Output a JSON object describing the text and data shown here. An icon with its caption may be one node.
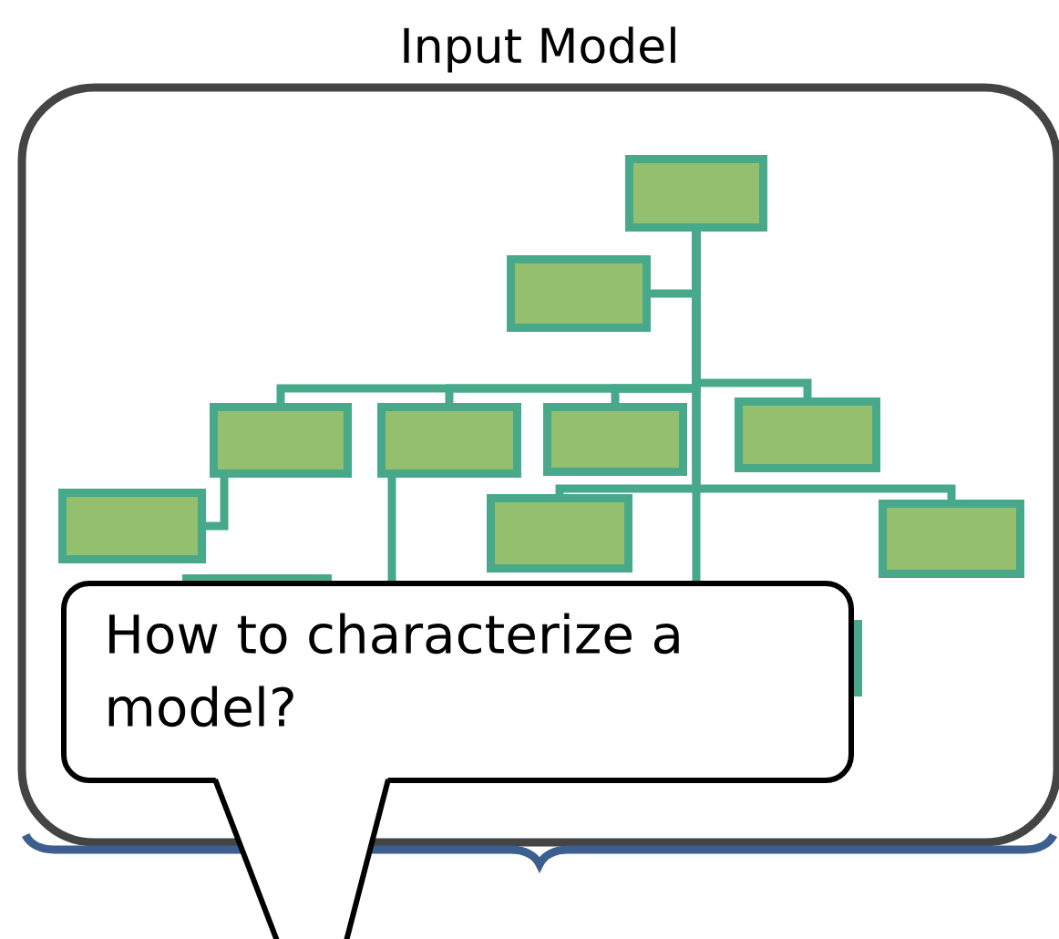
{
  "diagram": {
    "nodes": [
      {
        "text": [
          "Input Model"
        ]
      },
      {
        "text": [],
        "shape": "box",
        "in": 0
      },
      {
        "text": [],
        "shape": "box",
        "in": 0
      },
      {
        "text": [],
        "shape": "box",
        "in": 0
      },
      {
        "text": [],
        "shape": "box",
        "in": 0
      },
      {
        "text": [],
        "shape": "box",
        "in": 0
      },
      {
        "text": [],
        "shape": "box",
        "in": 0
      },
      {
        "text": [],
        "shape": "box",
        "in": 0
      },
      {
        "text": [],
        "shape": "box",
        "in": 0
      },
      {
        "text": [],
        "shape": "box",
        "in": 0
      },
      {
        "text": [],
        "shape": "box",
        "in": 0
      },
      {
        "text": [],
        "shape": "box",
        "in": 0
      },
      {
        "text": [
          "How to characterize a model?"
        ],
        "in": 0
      }
    ],
    "edges": [
      {
        "from": 1,
        "to": 2,
        "arrow": "none"
      },
      {
        "from": 1,
        "to": 3,
        "arrow": "none"
      },
      {
        "from": 1,
        "to": 4,
        "arrow": "none"
      },
      {
        "from": 1,
        "to": 5,
        "arrow": "none"
      },
      {
        "from": 1,
        "to": 6,
        "arrow": "none"
      },
      {
        "from": 3,
        "to": 7,
        "arrow": "none"
      },
      {
        "from": 1,
        "to": 8,
        "arrow": "none"
      },
      {
        "from": 1,
        "to": 9,
        "arrow": "none"
      },
      {
        "from": 4,
        "to": 12,
        "arrow": "none"
      },
      {
        "from": 1,
        "to": 12,
        "arrow": "none"
      }
    ]
  }
}
